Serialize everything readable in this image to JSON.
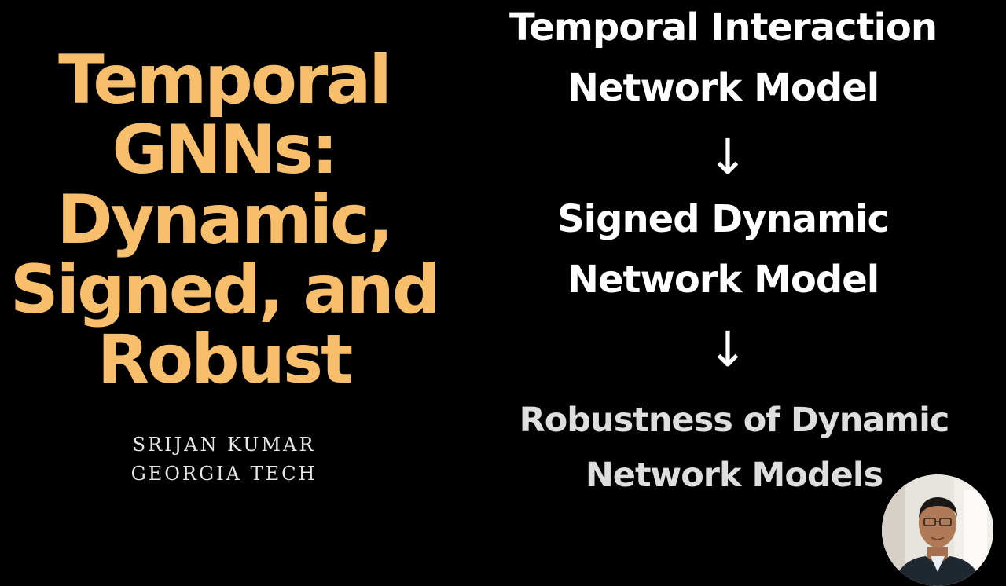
{
  "title_lines": [
    "Temporal",
    "GNNs:",
    "Dynamic,",
    "Signed, and",
    "Robust"
  ],
  "author_lines": [
    "SRIJAN KUMAR",
    "GEORGIA TECH"
  ],
  "flow": {
    "step1_lines": [
      "Temporal Interaction",
      "Network Model"
    ],
    "step2_lines": [
      "Signed Dynamic",
      "Network Model"
    ],
    "step3_lines": [
      "Robustness of Dynamic",
      "Network Models"
    ],
    "arrow_glyph": "↓"
  },
  "colors": {
    "background": "#000000",
    "title": "#f7bf6b",
    "author": "#e6e6e6",
    "flow_text": "#ffffff",
    "flow_text_muted": "#dedede"
  },
  "icons": {
    "webcam": "presenter-webcam"
  }
}
